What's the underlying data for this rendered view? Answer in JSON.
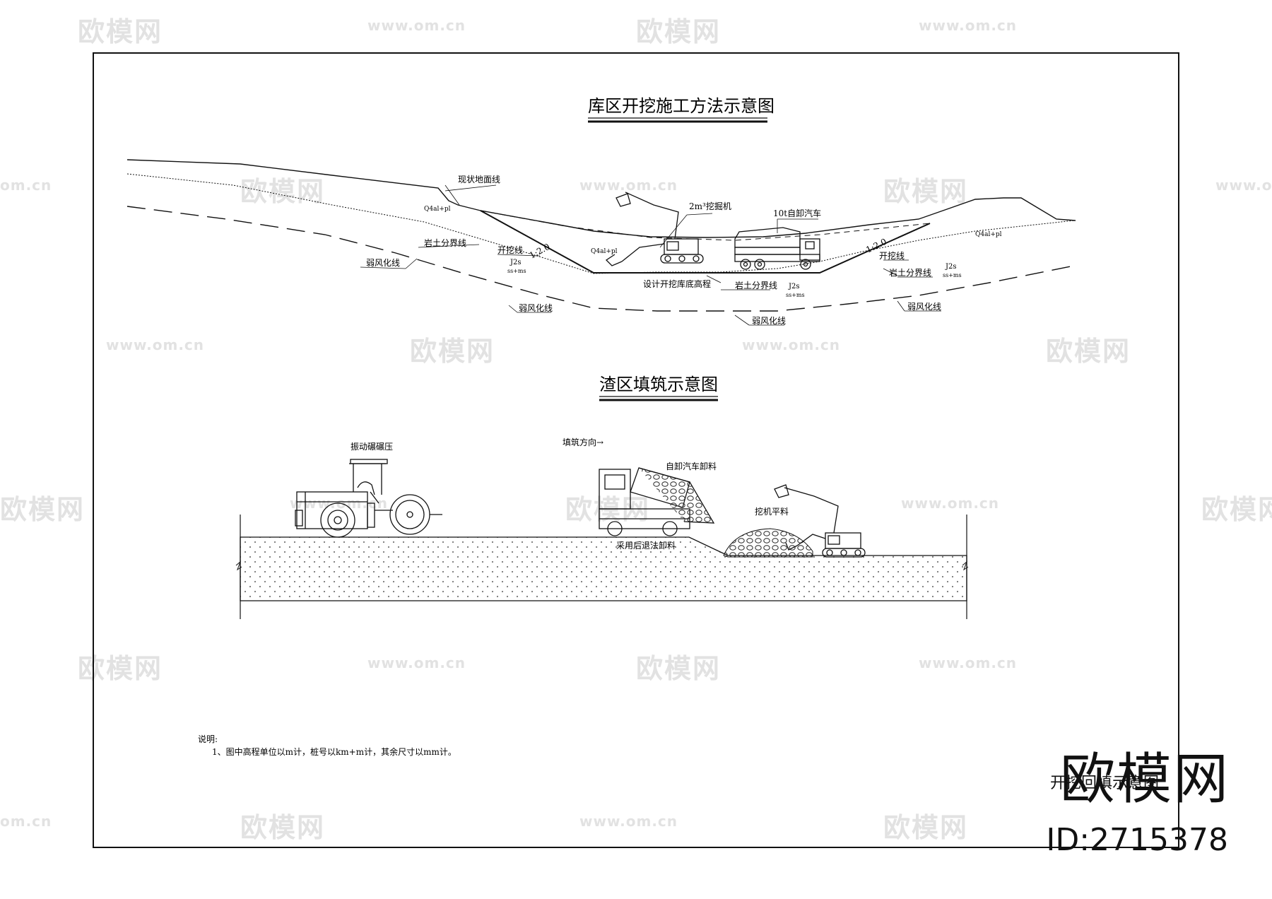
{
  "watermark": {
    "brand": "欧模网",
    "url": "www.om.cn",
    "url_partial": "om.cn",
    "brand_partial": "欧模网"
  },
  "excavation": {
    "title": "库区开挖施工方法示意图",
    "labels": {
      "ground_line": "现状地面线",
      "excavator": "2m³挖掘机",
      "dump_truck": "10t自卸汽车",
      "rock_soil_left": "岩土分界线",
      "excavation_line_left": "开挖线",
      "slope_left": "1:2.0",
      "weathering_left_upper": "弱风化线",
      "weathering_left_lower": "弱风化线",
      "design_bottom": "设计开挖库底高程",
      "rock_soil_center": "岩土分界线",
      "weathering_center": "弱风化线",
      "excavation_line_right": "开挖线",
      "slope_right": "1:2.0",
      "rock_soil_right": "岩土分界线",
      "weathering_right": "弱风化线",
      "q4_left": "Q4al+pl",
      "q4_center": "Q4al+pl",
      "q4_right": "Q4al+pl",
      "j2_left": "J2s",
      "j2_left_sub": "ss+ms",
      "j2_center": "J2s",
      "j2_center_sub": "ss+ms",
      "j2_right": "J2s",
      "j2_right_sub": "ss+ms"
    }
  },
  "fill": {
    "title": "渣区填筑示意图",
    "labels": {
      "roller": "振动碾碾压",
      "direction": "填筑方向→",
      "truck_unload": "自卸汽车卸料",
      "backward_unload": "采用后退法卸料",
      "excavator_level": "挖机平料"
    }
  },
  "notes": {
    "heading": "说明:",
    "item1": "1、图中高程单位以m计，桩号以km+m计，其余尺寸以mm计。"
  },
  "drawing_name": "开挖回填示意图",
  "corner": {
    "brand": "欧模网",
    "id": "ID:2715378"
  }
}
